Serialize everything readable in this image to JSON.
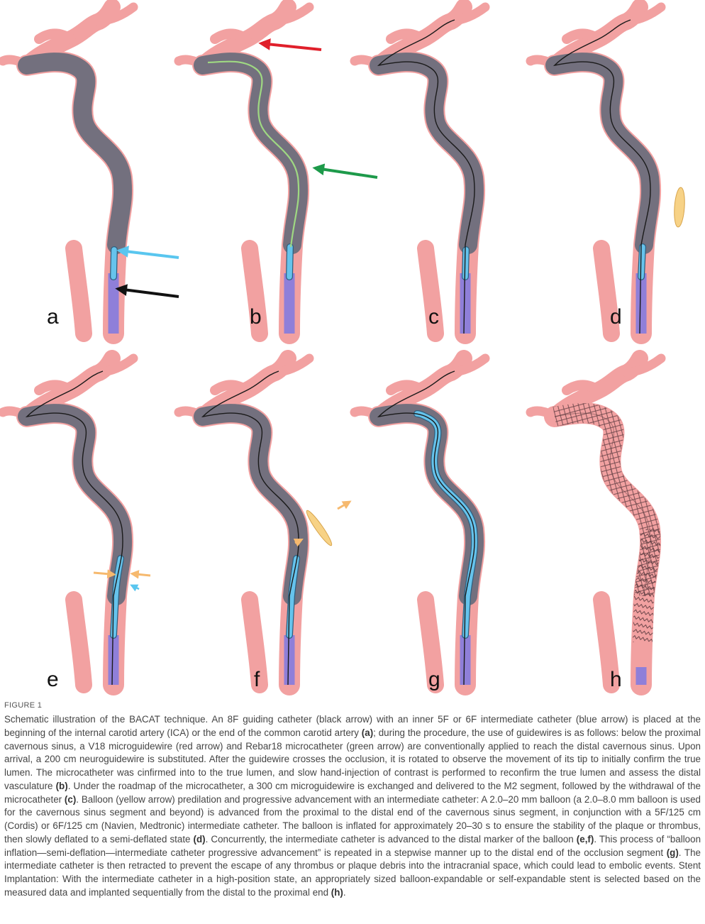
{
  "panels": [
    {
      "label": "a"
    },
    {
      "label": "b"
    },
    {
      "label": "c"
    },
    {
      "label": "d"
    },
    {
      "label": "e"
    },
    {
      "label": "f"
    },
    {
      "label": "g"
    },
    {
      "label": "h"
    }
  ],
  "colors": {
    "artery": "#f2a1a1",
    "artery_edge": "#e28a8a",
    "occlusion": "#6b6e7c",
    "guiding_catheter": "#8f7fd9",
    "intermediate_catheter": "#66c3ec",
    "microcatheter": "#9fd882",
    "balloon": "#f7ce7a",
    "stent_mesh": "#5c3b40",
    "arrow_red": "#e01f2a",
    "arrow_green": "#1d9a4a",
    "arrow_blue": "#59c6ef",
    "arrow_black": "#111111",
    "arrow_orange": "#f6b96e"
  },
  "figure_label": "FIGURE 1",
  "caption": [
    {
      "t": "Schematic illustration of the BACAT technique. An 8F guiding catheter (black arrow) with an inner 5F or 6F intermediate catheter (blue arrow) is placed at the beginning of the internal carotid artery (ICA) or the end of the common carotid artery "
    },
    {
      "t": "(a)",
      "b": true
    },
    {
      "t": "; during the procedure, the use of guidewires is as follows: below the proximal cavernous sinus, a V18 microguidewire (red arrow) and Rebar18 microcatheter (green arrow) are conventionally applied to reach the distal cavernous sinus. Upon arrival, a 200 cm neuroguidewire is substituted. After the guidewire crosses the occlusion, it is rotated to observe the movement of its tip to initially confirm the true lumen. The microcatheter was cinfirmed into to the true lumen, and slow hand-injection of contrast is performed to reconfirm the true lumen and assess the distal vasculature "
    },
    {
      "t": "(b)",
      "b": true
    },
    {
      "t": ". Under the roadmap of the microcatheter, a 300 cm microguidewire is exchanged and delivered to the M2 segment, followed by the withdrawal of the microcatheter "
    },
    {
      "t": "(c)",
      "b": true
    },
    {
      "t": ". Balloon (yellow arrow) predilation and progressive advancement with an intermediate catheter: A 2.0–20 mm balloon (a 2.0–8.0 mm balloon is used for the cavernous sinus segment and beyond) is advanced from the proximal to the distal end of the cavernous sinus segment, in conjunction with a 5F/125 cm (Cordis) or 6F/125 cm (Navien, Medtronic) intermediate catheter. The balloon is inflated for approximately 20–30 s to ensure the stability of the plaque or thrombus, then slowly deflated to a semi-deflated state "
    },
    {
      "t": "(d)",
      "b": true
    },
    {
      "t": ". Concurrently, the intermediate catheter is advanced to the distal marker of the balloon "
    },
    {
      "t": "(e,f)",
      "b": true
    },
    {
      "t": ". This process of “balloon inflation—semi-deflation—intermediate catheter progressive advancement” is repeated in a stepwise manner up to the distal end of the occlusion segment "
    },
    {
      "t": "(g)",
      "b": true
    },
    {
      "t": ". The intermediate catheter is then retracted to prevent the escape of any thrombus or plaque debris into the intracranial space, which could lead to embolic events. Stent Implantation: With the intermediate catheter in a high-position state, an appropriately sized balloon-expandable or self-expandable stent is selected based on the measured data and implanted sequentially from the distal to the proximal end "
    },
    {
      "t": "(h)",
      "b": true
    },
    {
      "t": "."
    }
  ]
}
